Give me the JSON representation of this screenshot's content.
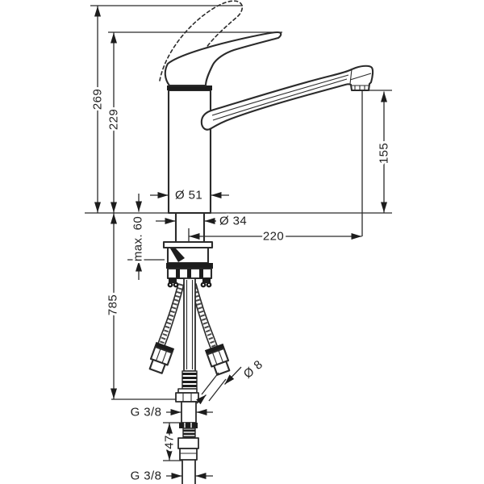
{
  "drawing": {
    "background": "#ffffff",
    "line_color": "#2b2b2b"
  },
  "dimensions": {
    "height_handle_raised": "269",
    "height_handle_rest": "229",
    "body_diameter": "Ø 51",
    "shaft_diameter": "Ø 34",
    "spout_reach": "220",
    "spout_outlet_height": "155",
    "max_counter_thickness": "max. 60",
    "supply_hose_length": "785",
    "hose_diameter": "Ø 8",
    "connection_thread_top": "G 3/8",
    "check_valve_length": "47",
    "connection_thread_bottom": "G 3/8"
  }
}
